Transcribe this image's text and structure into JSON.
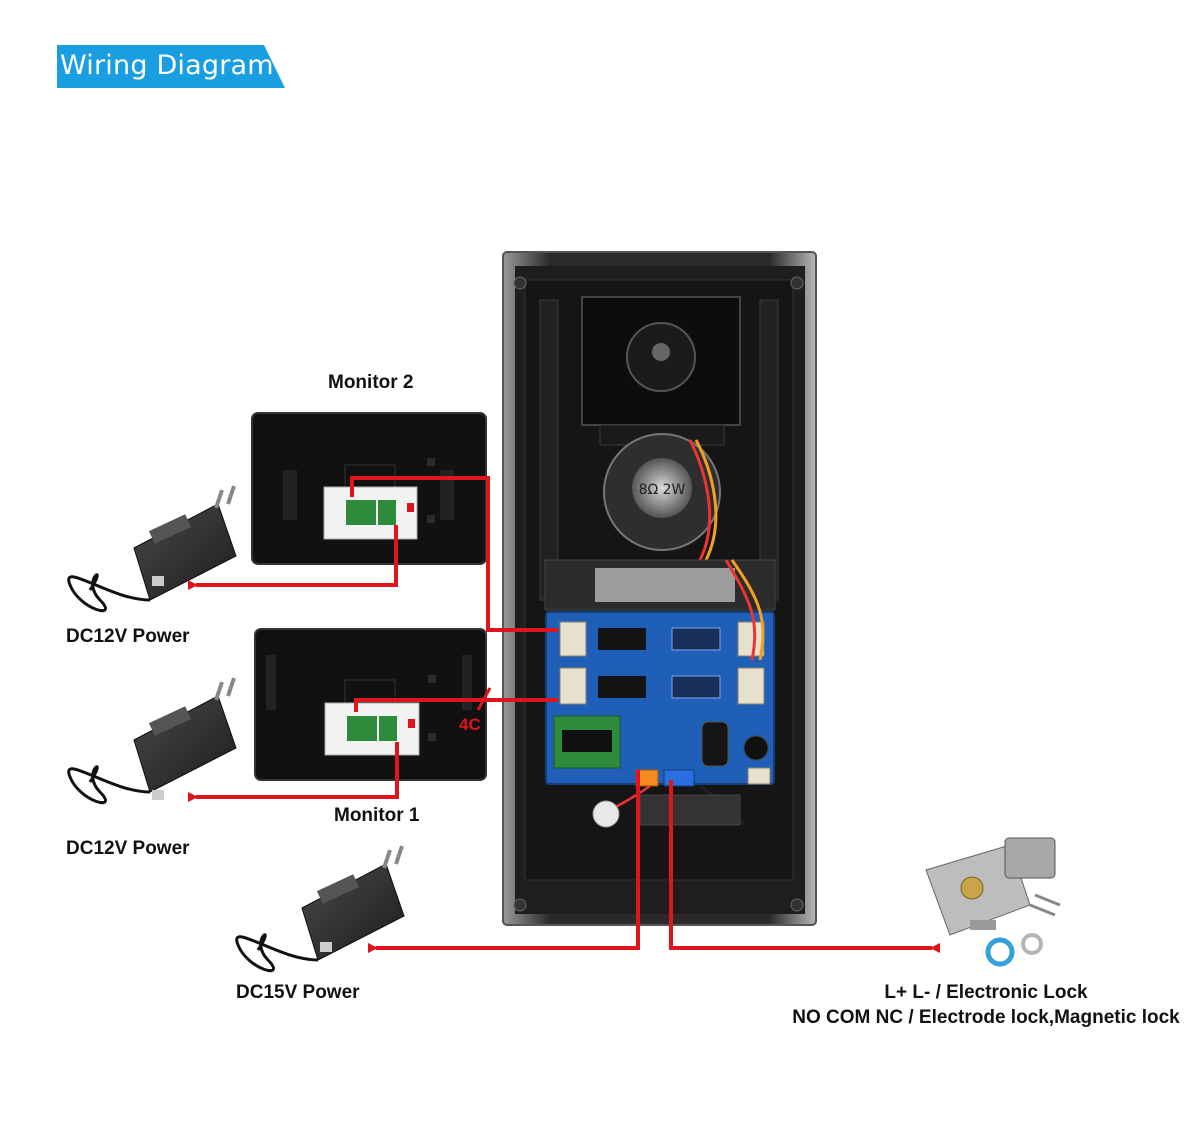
{
  "title": "Wiring Diagram",
  "labels": {
    "monitor2": "Monitor 2",
    "monitor1": "Monitor 1",
    "power_monitor2": "DC12V Power",
    "power_monitor1": "DC12V Power",
    "power_outdoor": "DC15V Power",
    "lock_line1": "L+ L- / Electronic Lock",
    "lock_line2": "NO COM NC / Electrode lock,Magnetic lock",
    "cable_marker": "4C",
    "speaker_marking": "8Ω 2W"
  },
  "colors": {
    "accent": "#1a9ee2",
    "wire": "#e0141c",
    "pcb": "#1f5fb8",
    "panel_frame": "#2a2a2a"
  }
}
